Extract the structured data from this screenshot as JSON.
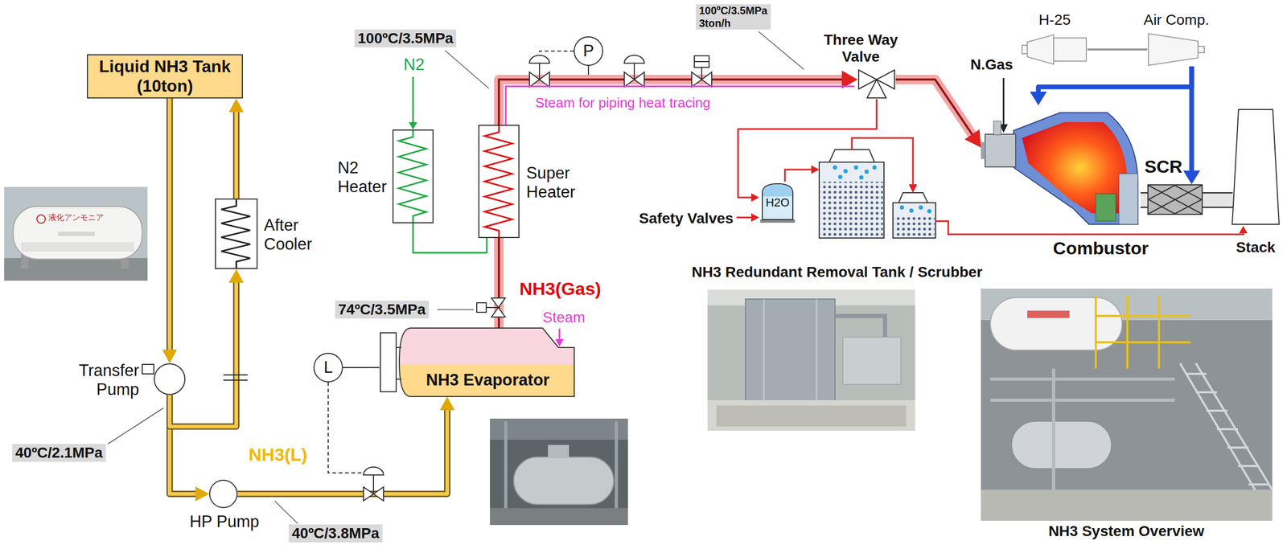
{
  "diagram": {
    "nodes": [
      {
        "text": [
          "Liquid NH3 Tank (10ton)"
        ]
      },
      {
        "text": [
          "N2 Heater"
        ]
      },
      {
        "text": [
          "Super Heater"
        ]
      },
      {
        "text": [
          "P"
        ]
      },
      {
        "text": [
          "Three Way Valve"
        ]
      },
      {
        "text": [
          "H-25"
        ]
      },
      {
        "text": [
          "Air Comp."
        ]
      },
      {
        "text": [
          "After Cooler"
        ]
      },
      {
        "text": [
          "Combustor"
        ]
      },
      {
        "text": [
          "SCR"
        ]
      },
      {
        "text": [
          "Stack"
        ]
      },
      {
        "text": [
          "H2O"
        ]
      },
      {
        "text": [
          "Transfer Pump"
        ]
      },
      {
        "text": [
          "L"
        ]
      },
      {
        "text": [
          "NH3 Evaporator"
        ]
      },
      {
        "text": [
          "HP Pump"
        ]
      }
    ],
    "edges": [
      {
        "from": 0,
        "to": 12,
        "arrow": "to"
      },
      {
        "from": 12,
        "to": 15,
        "arrow": "to"
      },
      {
        "from": 12,
        "to": 7,
        "arrow": "to"
      },
      {
        "from": 7,
        "to": 0,
        "arrow": "to"
      },
      {
        "from": 15,
        "to": 14,
        "arrow": "to"
      },
      {
        "from": 13,
        "to": 14,
        "arrow": "none"
      },
      {
        "from": 14,
        "to": 2,
        "arrow": "none"
      },
      {
        "from": 1,
        "to": 2,
        "arrow": "none"
      },
      {
        "from": 2,
        "to": 4,
        "arrow": "to"
      },
      {
        "from": 4,
        "to": 8,
        "arrow": "to"
      },
      {
        "from": 4,
        "to": 11,
        "arrow": "to"
      },
      {
        "from": 5,
        "to": 6,
        "arrow": "none"
      },
      {
        "from": 6,
        "to": 8,
        "arrow": "to"
      },
      {
        "from": 6,
        "to": 9,
        "arrow": "to"
      },
      {
        "from": 8,
        "to": 9,
        "arrow": "none"
      },
      {
        "from": 9,
        "to": 10,
        "arrow": "none"
      }
    ],
    "labels": [
      "N2",
      "100ºC/3.5MPa",
      "100ºC/3.5MPa 3ton/h",
      "Steam for piping heat tracing",
      "N.Gas",
      "NH3(Gas)",
      "Safety Valves",
      "74ºC/3.5MPa",
      "Steam",
      "NH3 Redundant Removal Tank / Scrubber",
      "40ºC/2.1MPa",
      "NH3(L)",
      "40ºC/3.8MPa",
      "NH3 System Overview",
      "液化アンモニア"
    ]
  }
}
